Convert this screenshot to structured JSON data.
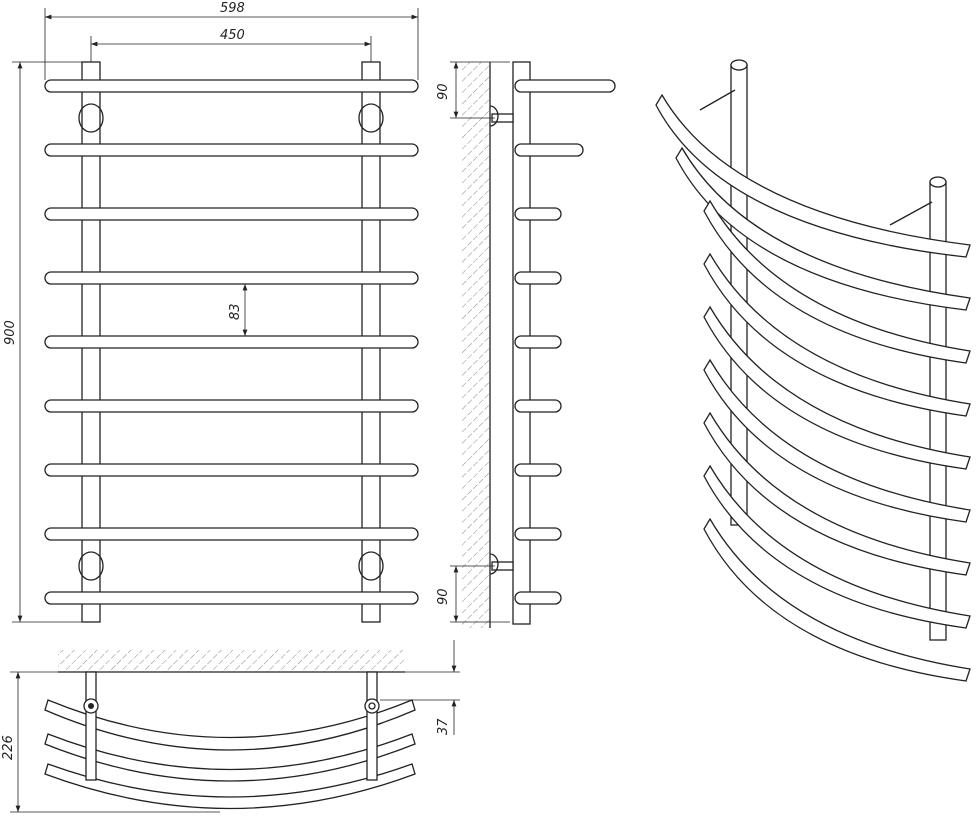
{
  "title": "Towel rail technical drawing",
  "dimensions": {
    "overall_width": "598",
    "post_spacing": "450",
    "bar_spacing": "83",
    "overall_height": "900",
    "top_bracket_offset": "90",
    "bottom_bracket_offset": "90",
    "depth": "226",
    "wall_offset": "37"
  },
  "bar_count": 9
}
